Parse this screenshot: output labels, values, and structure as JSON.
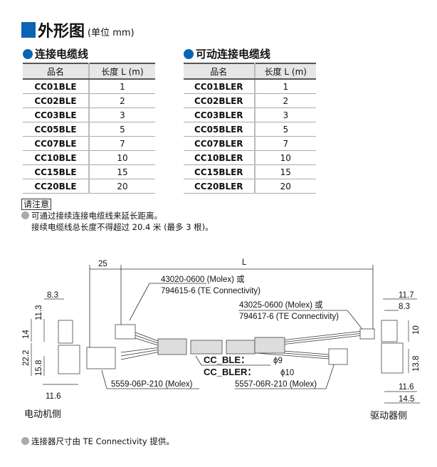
{
  "title": "外形图",
  "unit": "(单位 mm)",
  "table1": {
    "heading": "连接电缆线",
    "col1": "品名",
    "col2": "长度 L (m)",
    "rows": [
      [
        "CC01BLE",
        "1"
      ],
      [
        "CC02BLE",
        "2"
      ],
      [
        "CC03BLE",
        "3"
      ],
      [
        "CC05BLE",
        "5"
      ],
      [
        "CC07BLE",
        "7"
      ],
      [
        "CC10BLE",
        "10"
      ],
      [
        "CC15BLE",
        "15"
      ],
      [
        "CC20BLE",
        "20"
      ]
    ]
  },
  "table2": {
    "heading": "可动连接电缆线",
    "col1": "品名",
    "col2": "长度 L (m)",
    "rows": [
      [
        "CC01BLER",
        "1"
      ],
      [
        "CC02BLER",
        "2"
      ],
      [
        "CC03BLER",
        "3"
      ],
      [
        "CC05BLER",
        "5"
      ],
      [
        "CC07BLER",
        "7"
      ],
      [
        "CC10BLER",
        "10"
      ],
      [
        "CC15BLER",
        "15"
      ],
      [
        "CC20BLER",
        "20"
      ]
    ]
  },
  "notice": {
    "label": "请注意",
    "line1": "可通过接续连接电缆线来延长距离。",
    "line2": "接续电缆线总长度不得超过 20.4 米 (最多 3 根)。"
  },
  "diagram": {
    "d25": "25",
    "L": "L",
    "c1a": "43020-0600 (Molex) 或",
    "c1b": "794615-6 (TE Connectivity)",
    "c2a": "43025-0600 (Molex) 或",
    "c2b": "794617-6 (TE Connectivity)",
    "c3": "5559-06P-210 (Molex)",
    "c4": "5557-06R-210 (Molex)",
    "cable1": "CC_BLE：",
    "dia1": "ϕ9",
    "cable2": "CC_BLER：",
    "dia2": "ϕ10",
    "left": {
      "w1": "8.3",
      "h1": "11.3",
      "h2": "14",
      "h3": "22.2",
      "h4": "15.8",
      "w2": "11.6",
      "label": "电动机侧"
    },
    "right": {
      "w1": "11.7",
      "w2": "8.3",
      "h1": "10",
      "h2": "13.8",
      "w3": "11.6",
      "w4": "14.5",
      "label": "驱动器侧"
    }
  },
  "footer": "连接器尺寸由 TE Connectivity 提供。"
}
